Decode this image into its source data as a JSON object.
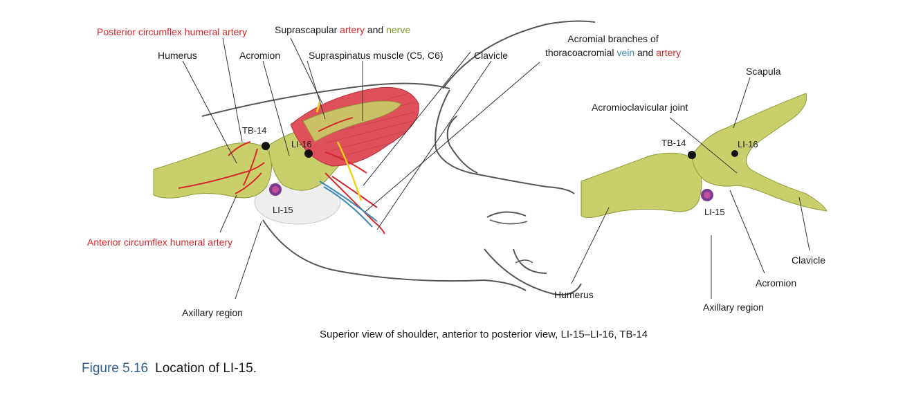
{
  "labels": {
    "posterior_circumflex": "Posterior circumflex humeral artery",
    "suprascapular_prefix": "Suprascapular ",
    "suprascapular_artery": "artery",
    "suprascapular_and": " and ",
    "suprascapular_nerve": "nerve",
    "humerus_left": "Humerus",
    "acromion_left": "Acromion",
    "supraspinatus": "Supraspinatus muscle (C5, C6)",
    "clavicle_left": "Clavicle",
    "acromial_line1": "Acromial branches of",
    "acromial_line2_prefix": "thoracoacromial ",
    "acromial_vein": "vein",
    "acromial_and": " and ",
    "acromial_artery": "artery",
    "scapula": "Scapula",
    "ac_joint": "Acromioclavicular joint",
    "tb14_left": "TB-14",
    "li16_left": "LI-16",
    "li15_left": "LI-15",
    "tb14_right": "TB-14",
    "li16_right": "LI-16",
    "li15_right": "LI-15",
    "anterior_circumflex": "Anterior circumflex humeral artery",
    "axillary_left": "Axillary region",
    "humerus_right": "Humerus",
    "clavicle_right": "Clavicle",
    "acromion_right": "Acromion",
    "axillary_right": "Axillary region",
    "view_caption": "Superior view of shoulder, anterior to posterior view, LI-15–LI-16, TB-14"
  },
  "figure": {
    "number": "Figure 5.16",
    "title": "Location of LI-15."
  },
  "colors": {
    "artery_red": "#d6262c",
    "nerve_green": "#7a9a1e",
    "vein_blue": "#3c88b8",
    "bone": "#c9cf6a",
    "muscle": "#e0505a",
    "point_black": "#111111",
    "point_purple": "#8a3c8e",
    "caption_blue": "#2f5e8c"
  }
}
